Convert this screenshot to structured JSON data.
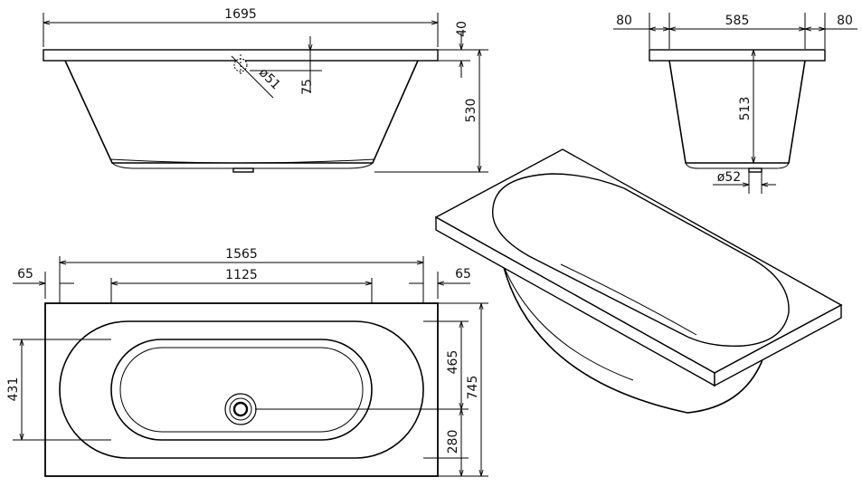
{
  "side_view": {
    "overall_length": "1695",
    "rim_thickness": "40",
    "overall_height": "530",
    "overflow_offset": "75",
    "overflow_diameter": "ø51"
  },
  "end_view": {
    "left_rim": "80",
    "inner_width": "585",
    "right_rim": "80",
    "depth": "513",
    "drain_diameter": "ø52"
  },
  "plan_view": {
    "inner_length": "1565",
    "bottom_length": "1125",
    "left_rim": "65",
    "right_rim": "65",
    "inner_width": "465",
    "overall_width": "745",
    "bottom_width": "431",
    "drain_offset": "280"
  }
}
